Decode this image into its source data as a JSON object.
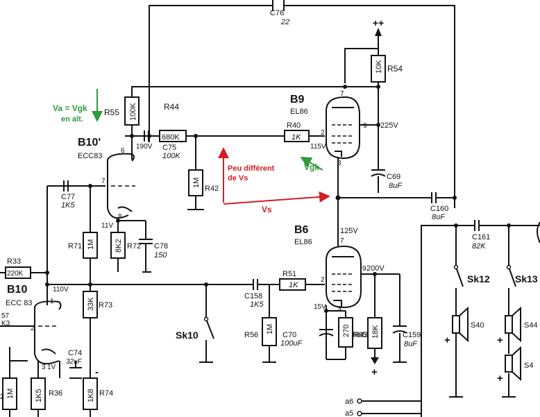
{
  "labels": {
    "c76": "C76",
    "c76_val": "22",
    "supply": "++",
    "r54": "R54",
    "r54_val": "10K",
    "r55": "R55",
    "r55_val": "100K",
    "r44": "R44",
    "r44_val": "680K",
    "c75": "C75",
    "c75_val": "100K",
    "r40": "R40",
    "r40_val": "1K",
    "b9": "B9",
    "b9_type": "EL86",
    "b9_pin7": "7",
    "b9_pin9": "9",
    "b9_pin2": "2",
    "b9_pin3": "3",
    "v225": "225V",
    "v115": "115V",
    "c69": "C69",
    "c69_val": "8uF",
    "b10p": "B10'",
    "b10p_type": "ECC83",
    "v190": "190V",
    "pin6": "6",
    "pin7": "7",
    "pin8": "8",
    "c77": "C77",
    "c77_val": "1K5",
    "r42": "R42",
    "r42_val": "1M",
    "v11": "11V",
    "r71": "R71",
    "r71_val": "1M",
    "r72": "R72",
    "r72_val": "8K2",
    "c78": "C78",
    "c78_val": "150",
    "r33": "R33",
    "r33_val": "220K",
    "b10": "B10",
    "b10_type": "ECC 83",
    "v110": "110V",
    "b10_pin1": "1",
    "b10_pin2": "2",
    "b10_pin3": "3",
    "v1v": "1V",
    "r73": "R73",
    "r73_val": "33K",
    "c158": "C158",
    "c158_val": "1K5",
    "r51": "R51",
    "r51_val": "1K",
    "b6": "B6",
    "b6_type": "EL86",
    "v125": "125V",
    "v200": "200V",
    "v15": "15V",
    "b6_pin7": "7",
    "b6_pin9": "9",
    "b6_pin2": "2",
    "b6_pin3": "3",
    "c160": "C160",
    "c160_val": "8uF",
    "c161": "C161",
    "c161_val": "82K",
    "sk10": "Sk10",
    "sk12": "Sk12",
    "sk13": "Sk13",
    "r56": "R56",
    "r56_val": "1M",
    "c70": "C70",
    "c70_val": "100uF",
    "r43": "R43",
    "r43_val": "270",
    "r65": "R65",
    "r65_val": "18K",
    "c159": "C159",
    "c159_val": "8uF",
    "s40": "S40",
    "s44": "S44",
    "s4x": "S4",
    "r36": "R36",
    "r36_val": "1K5",
    "r74": "R74",
    "r74_val": "1K8",
    "r_left_val": "1M",
    "c74": "C74",
    "c74_val": "32uF",
    "p57": "57",
    "p57b": "K3",
    "a6": "a6",
    "a5": "a5",
    "plus": "+",
    "minus": "-",
    "left2": "2"
  },
  "annotations": {
    "va_vgk": "Va = Vgk",
    "en_alt": "en alt.",
    "peu_line1": "Peu différent",
    "peu_line2": "de Vs",
    "vs": "Vs",
    "vgk": "Vgk"
  },
  "colors": {
    "ink": "#111111",
    "green": "#2e9a3a",
    "red": "#d41c24"
  }
}
